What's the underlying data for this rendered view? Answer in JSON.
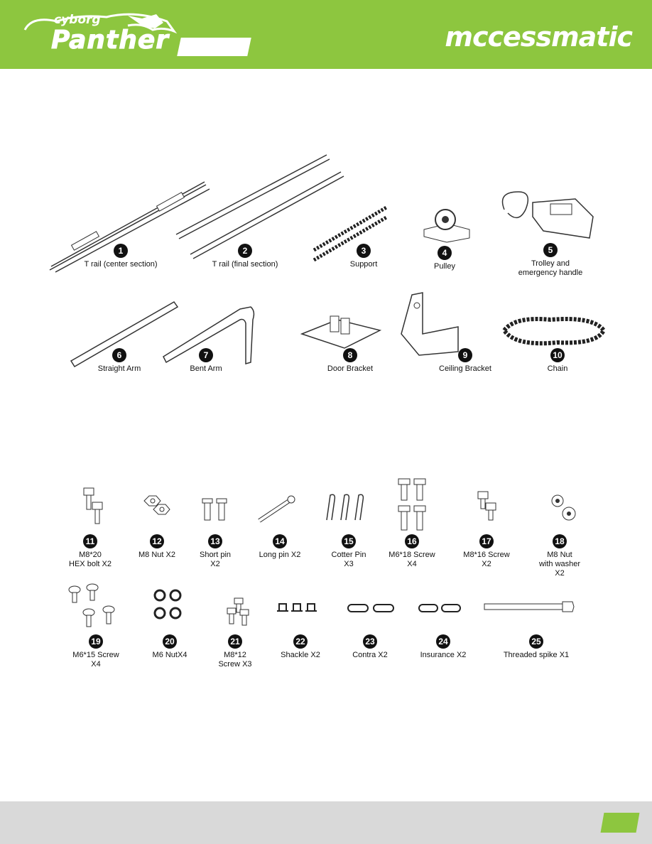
{
  "header": {
    "logo_left_top": "cyborg",
    "logo_left_main": "Panther",
    "logo_right": "mccessmatic"
  },
  "parts": [
    {
      "num": "1",
      "label": "T rail (center section)"
    },
    {
      "num": "2",
      "label": "T rail (final section)"
    },
    {
      "num": "3",
      "label": "Support"
    },
    {
      "num": "4",
      "label": "Pulley"
    },
    {
      "num": "5",
      "label": "Trolley and\nemergency handle"
    },
    {
      "num": "6",
      "label": "Straight Arm"
    },
    {
      "num": "7",
      "label": "Bent Arm"
    },
    {
      "num": "8",
      "label": "Door Bracket"
    },
    {
      "num": "9",
      "label": "Ceiling Bracket"
    },
    {
      "num": "10",
      "label": "Chain"
    },
    {
      "num": "11",
      "label": "M8*20\nHEX bolt  X2"
    },
    {
      "num": "12",
      "label": "M8 Nut X2"
    },
    {
      "num": "13",
      "label": "Short pin\nX2"
    },
    {
      "num": "14",
      "label": "Long pin X2"
    },
    {
      "num": "15",
      "label": "Cotter Pin\nX3"
    },
    {
      "num": "16",
      "label": "M6*18 Screw\nX4"
    },
    {
      "num": "17",
      "label": "M8*16 Screw\nX2"
    },
    {
      "num": "18",
      "label": "M8 Nut\nwith washer\nX2"
    },
    {
      "num": "19",
      "label": "M6*15 Screw\nX4"
    },
    {
      "num": "20",
      "label": "M6 NutX4"
    },
    {
      "num": "21",
      "label": "M8*12\nScrew X3"
    },
    {
      "num": "22",
      "label": "Shackle X2"
    },
    {
      "num": "23",
      "label": "Contra X2"
    },
    {
      "num": "24",
      "label": "Insurance X2"
    },
    {
      "num": "25",
      "label": "Threaded spike X1"
    }
  ]
}
